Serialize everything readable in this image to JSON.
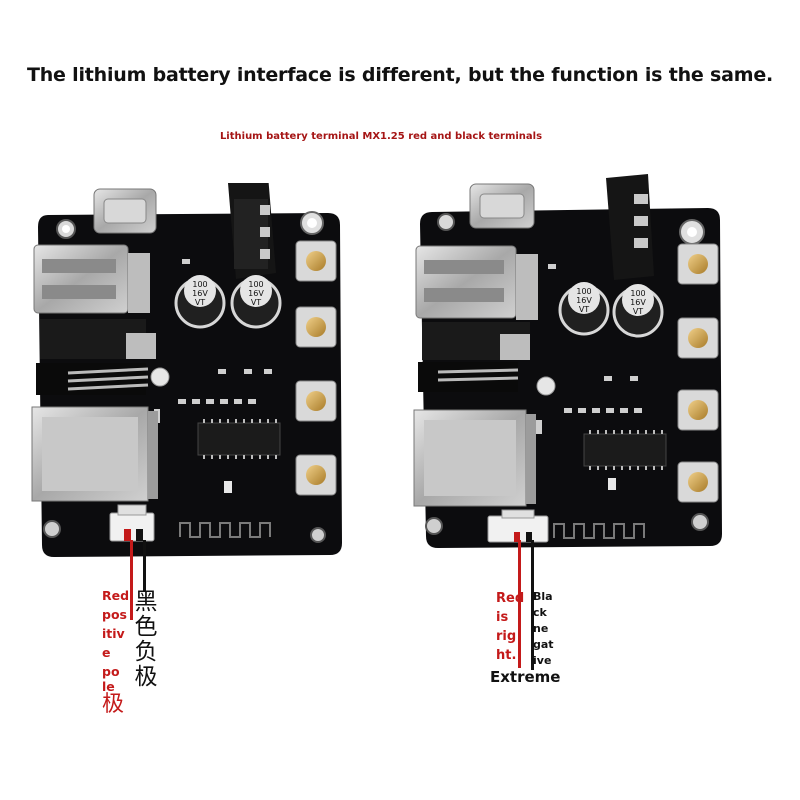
{
  "headline": "The lithium battery interface is different, but the function is the same.",
  "subline": "Lithium battery terminal MX1.25 red and black terminals",
  "left_board": {
    "cap1": [
      "100",
      "16V",
      "VT"
    ],
    "cap2": [
      "100",
      "16V",
      "VT"
    ],
    "red_label": [
      "Red",
      "pos",
      "itiv",
      "e po",
      "le",
      "极"
    ],
    "black_label": [
      "黑",
      "色",
      "负",
      "极"
    ]
  },
  "right_board": {
    "cap1": [
      "100",
      "16V",
      "VT"
    ],
    "cap2": [
      "100",
      "16V",
      "VT"
    ],
    "red_label": [
      "Red",
      "is",
      "rig",
      "ht."
    ],
    "black_label": [
      "Bla",
      "ck",
      "ne",
      "gat",
      "ive"
    ],
    "extreme": "Extreme"
  },
  "colors": {
    "pcb": "#0c0c0e",
    "red": "#c41a1a",
    "metal": "#bdbdbd",
    "brass": "#c9a24a"
  }
}
